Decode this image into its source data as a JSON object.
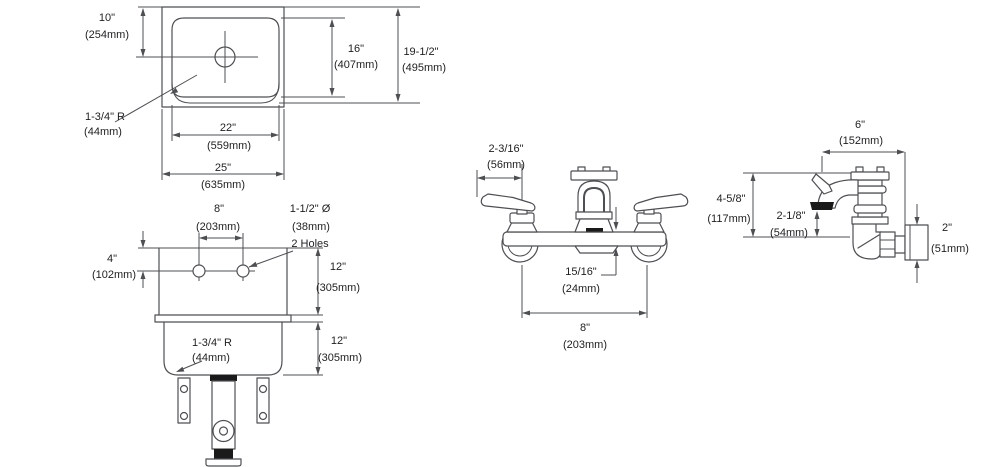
{
  "meta": {
    "description": "Sink and wall-mount faucet dimension drawing",
    "background": "#ffffff",
    "line_color": "#4e4f52",
    "text_color": "#1f1f21",
    "accent_black": "#1a1a1b"
  },
  "views": {
    "sink_top": {
      "dims": {
        "front_offset": {
          "in": "10\"",
          "mm": "(254mm)"
        },
        "bowl_front_to_back": {
          "in": "16\"",
          "mm": "(407mm)"
        },
        "overall_front_to_back": {
          "in": "19-1/2\"",
          "mm": "(495mm)"
        },
        "bowl_width": {
          "in": "22\"",
          "mm": "(559mm)"
        },
        "overall_width": {
          "in": "25\"",
          "mm": "(635mm)"
        },
        "corner_radius": {
          "in": "1-3/4\" R",
          "mm": "(44mm)"
        }
      }
    },
    "sink_front": {
      "dims": {
        "faucet_hole_spacing": {
          "in": "8\"",
          "mm": "(203mm)"
        },
        "faucet_holes": {
          "line1": "1-1/2\" Ø",
          "line2": "(38mm)",
          "line3": "2 Holes"
        },
        "hole_drop": {
          "in": "4\"",
          "mm": "(102mm)"
        },
        "apron_height": {
          "in": "12\"",
          "mm": "(305mm)"
        },
        "bowl_depth": {
          "in": "12\"",
          "mm": "(305mm)"
        },
        "corner_radius": {
          "in": "1-3/4\" R",
          "mm": "(44mm)"
        }
      }
    },
    "faucet_front": {
      "dims": {
        "handle_length": {
          "in": "2-3/16\"",
          "mm": "(56mm)"
        },
        "body_height": {
          "in": "15/16\"",
          "mm": "(24mm)"
        },
        "inlet_spacing": {
          "in": "8\"",
          "mm": "(203mm)"
        }
      }
    },
    "faucet_side": {
      "dims": {
        "spout_reach": {
          "in": "6\"",
          "mm": "(152mm)"
        },
        "overall_height": {
          "in": "4-5/8\"",
          "mm": "(117mm)"
        },
        "spout_clearance": {
          "in": "2-1/8\"",
          "mm": "(54mm)"
        },
        "wall_flange": {
          "in": "2\"",
          "mm": "(51mm)"
        }
      }
    }
  }
}
